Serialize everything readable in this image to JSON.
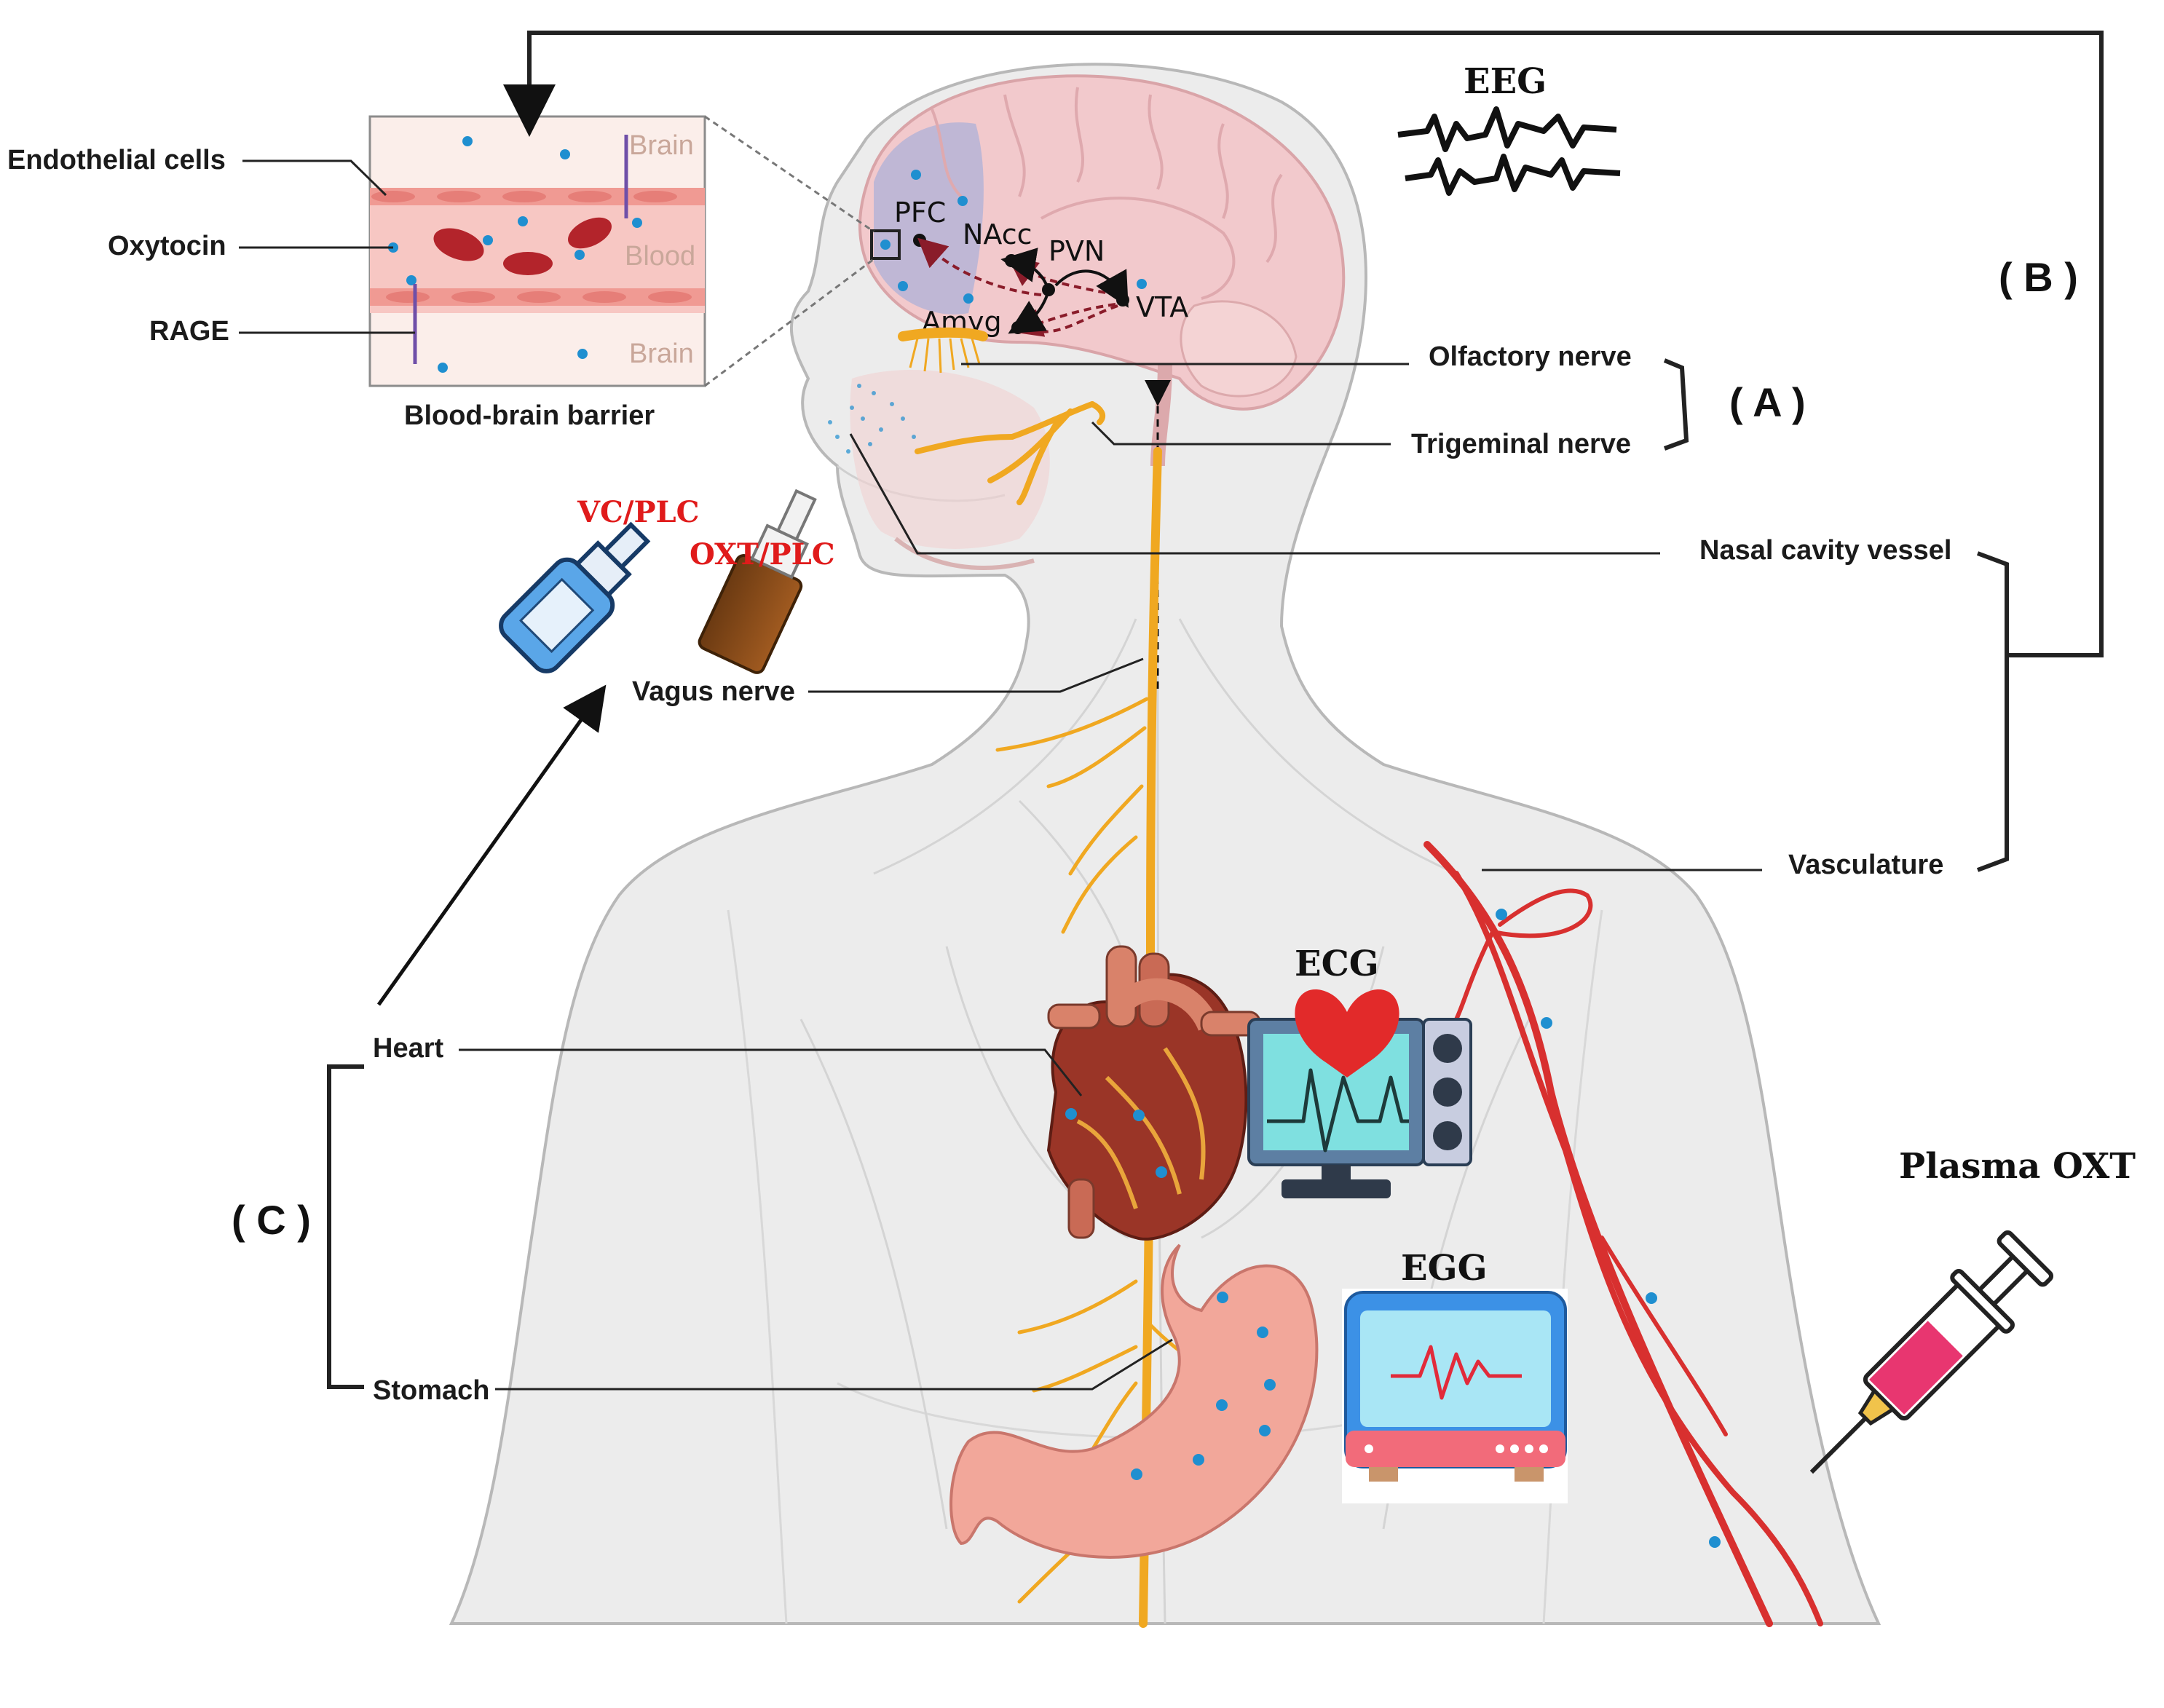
{
  "bbb": {
    "title": "Blood-brain barrier",
    "endothelial": "Endothelial cells",
    "oxytocin": "Oxytocin",
    "rage": "RAGE",
    "brain_top": "Brain",
    "blood": "Blood",
    "brain_bottom": "Brain"
  },
  "brain": {
    "pfc": "PFC",
    "nacc": "NAcc",
    "pvn": "PVN",
    "vta": "VTA",
    "amyg": "Amyg"
  },
  "labels": {
    "olfactory": "Olfactory nerve",
    "trigeminal": "Trigeminal nerve",
    "nasal_vessel": "Nasal cavity vessel",
    "vagus": "Vagus nerve",
    "vasculature": "Vasculature",
    "heart": "Heart",
    "stomach": "Stomach"
  },
  "groups": {
    "a": "( A )",
    "b": "( B )",
    "c": "( C )"
  },
  "devices": {
    "eeg": "EEG",
    "ecg": "ECG",
    "egg": "EGG",
    "plasma": "Plasma OXT",
    "vc_plc": "VC/PLC",
    "oxt_plc": "OXT/PLC"
  },
  "colors": {
    "nerve": "#f0a821",
    "vessel": "#d8302f",
    "oxytocin_dot": "#1f8fd0",
    "spray_text": "#e01b1b",
    "body": "#efefef"
  }
}
